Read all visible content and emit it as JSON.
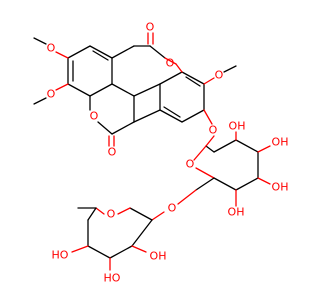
{
  "molecule": {
    "colors": {
      "bond": "#000000",
      "oxygen": "#ff0000",
      "background": "#ffffff"
    },
    "atom_labels": {
      "o_label": "O",
      "oh_label": "OH",
      "ho_label": "HO"
    }
  }
}
